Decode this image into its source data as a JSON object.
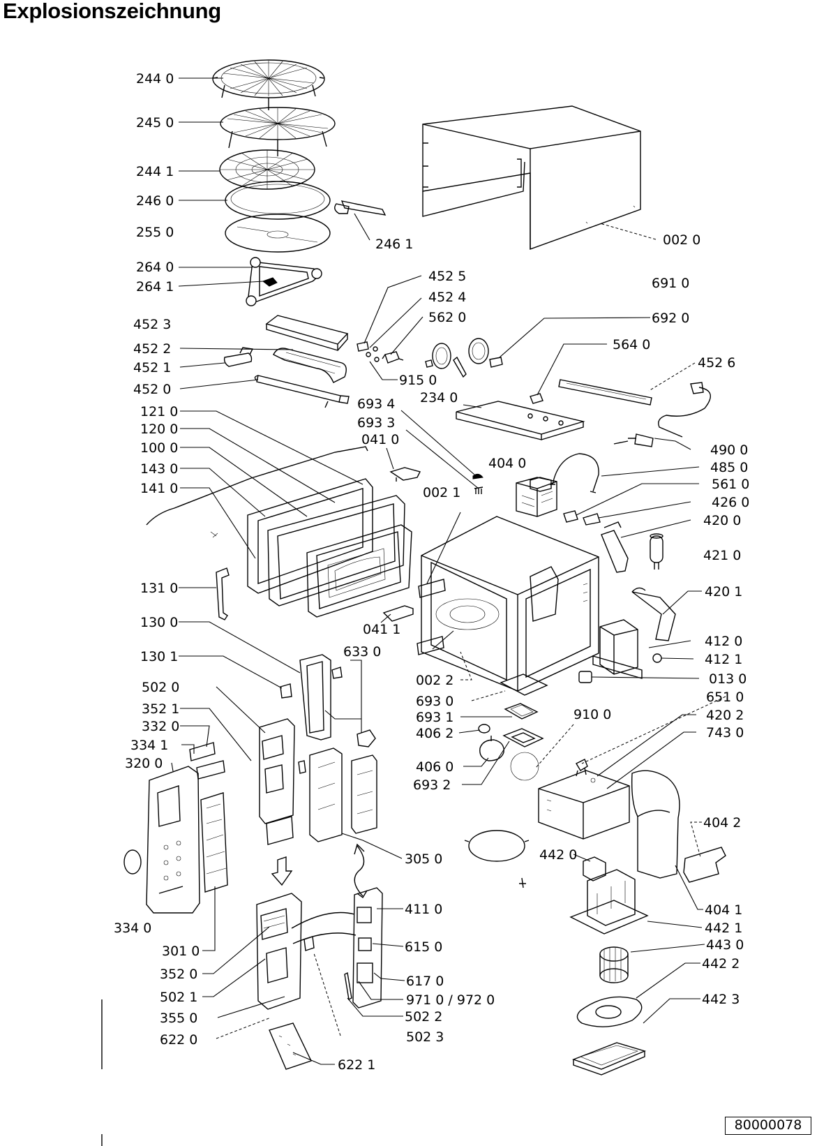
{
  "title": "Explosionszeichnung",
  "document_number": "80000078",
  "parts": [
    "244 0",
    "245 0",
    "244 1",
    "246 0",
    "255 0",
    "264 0",
    "264 1",
    "246 1",
    "002 0",
    "691 0",
    "692 0",
    "452 5",
    "452 4",
    "562 0",
    "564 0",
    "452 6",
    "452 3",
    "452 2",
    "452 1",
    "452 0",
    "915 0",
    "234 0",
    "121 0",
    "120 0",
    "100 0",
    "143 0",
    "141 0",
    "693 4",
    "693 3",
    "041 0",
    "404 0",
    "490 0",
    "485 0",
    "561 0",
    "426 0",
    "420 0",
    "421 0",
    "002 1",
    "131 0",
    "041 1",
    "420 1",
    "412 0",
    "412 1",
    "013 0",
    "130 0",
    "633 0",
    "130 1",
    "002 2",
    "502 0",
    "693 0",
    "651 0",
    "352 1",
    "693 1",
    "910 0",
    "420 2",
    "332 0",
    "406 2",
    "743 0",
    "334 1",
    "320 0",
    "406 0",
    "693 2",
    "404 2",
    "305 0",
    "442 0",
    "334 0",
    "411 0",
    "404 1",
    "442 1",
    "615 0",
    "301 0",
    "443 0",
    "352 0",
    "617 0",
    "442 2",
    "502 1",
    "971 0 / 972 0",
    "442 3",
    "355 0",
    "502 2",
    "622 0",
    "502 3",
    "622 1"
  ]
}
